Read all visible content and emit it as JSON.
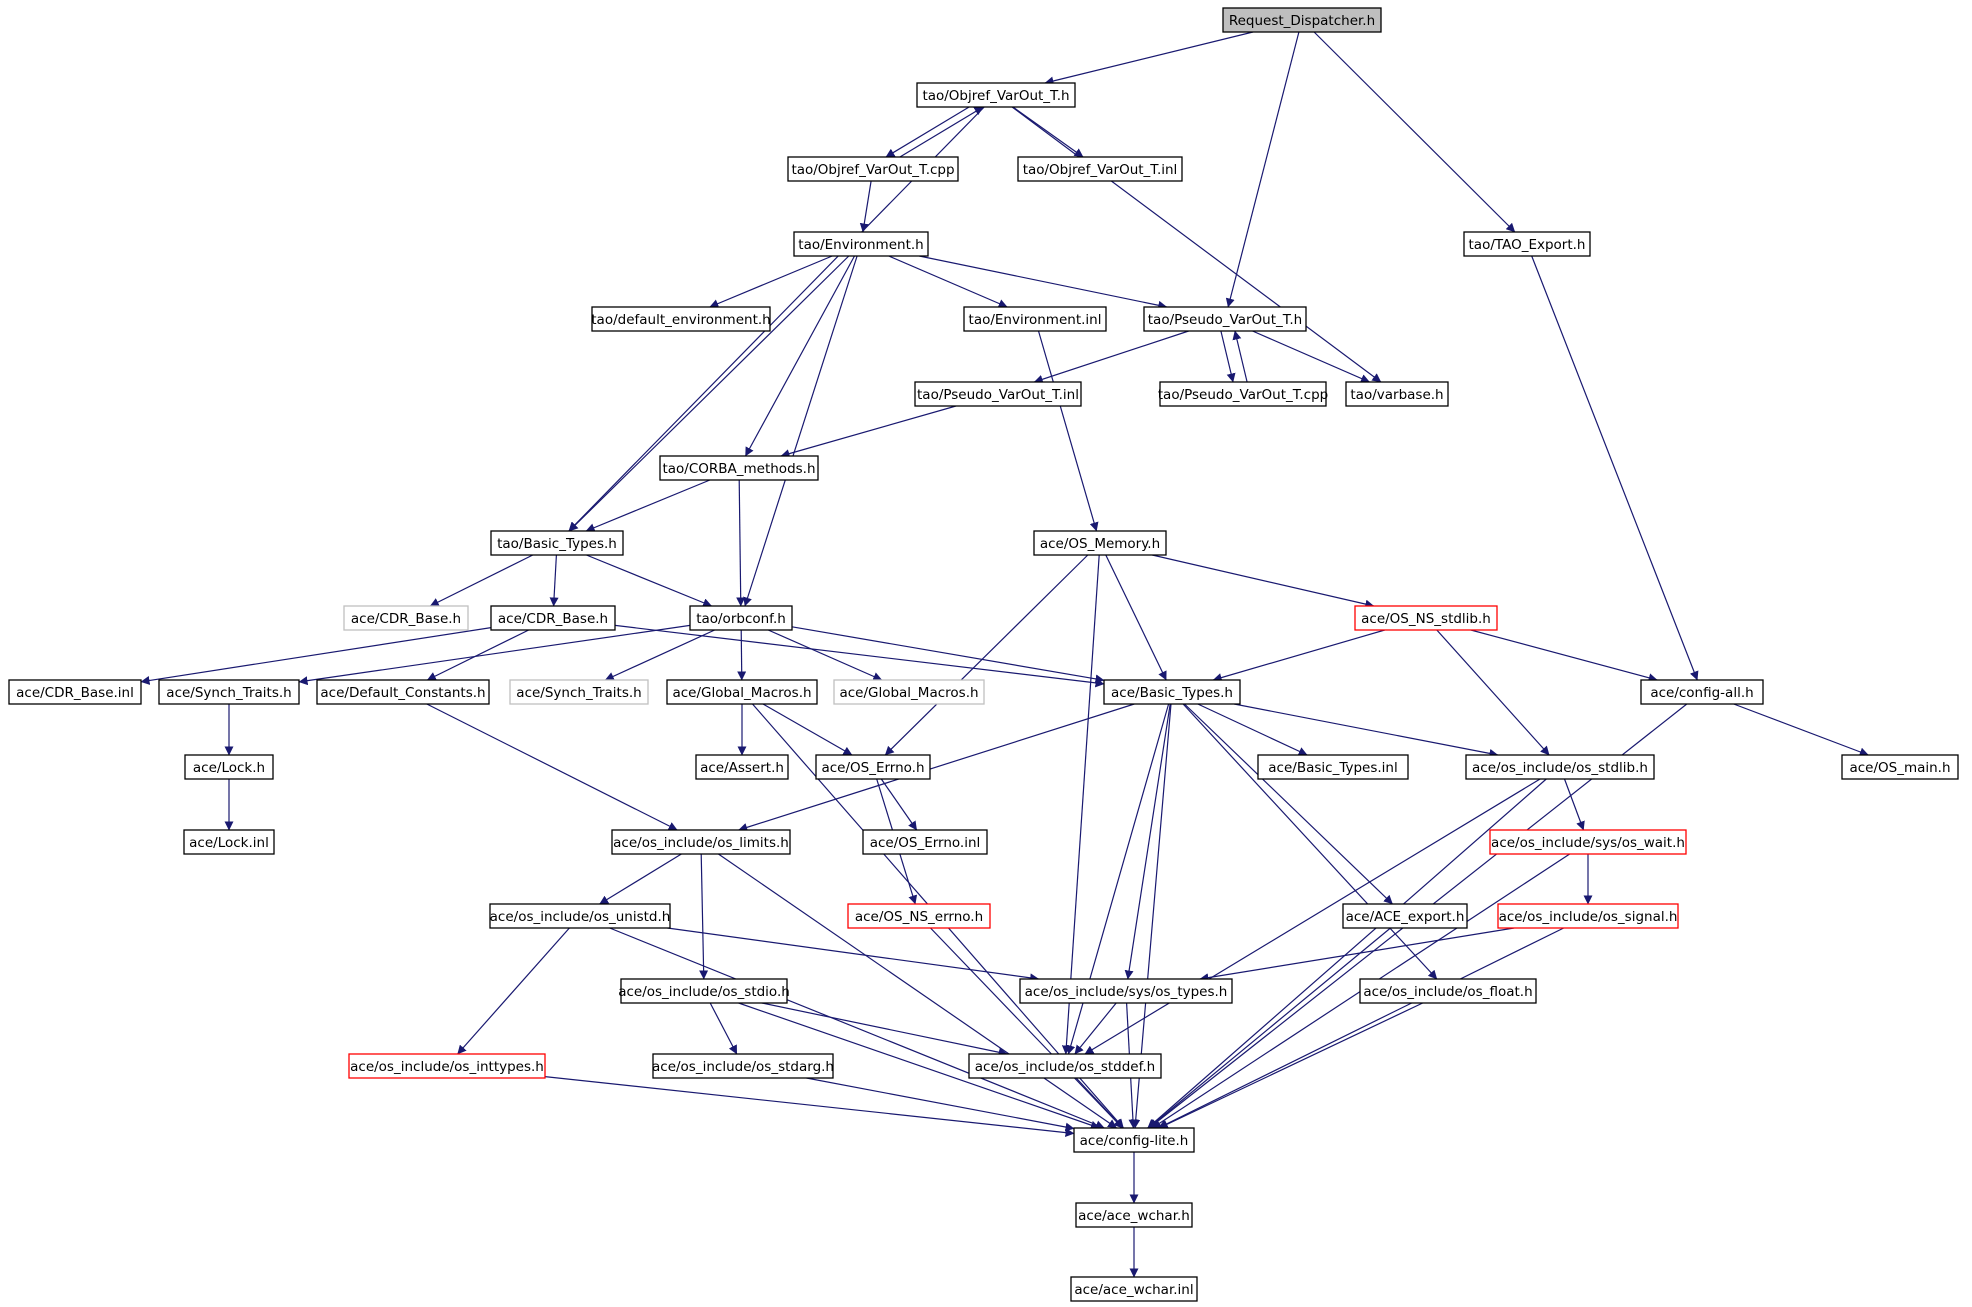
{
  "diagram": {
    "edge_color": "#191970",
    "node_border_colors": {
      "normal": "#000000",
      "red": "#ff0000",
      "gray": "#c0c0c0"
    },
    "root_fill": "#bfbfbf",
    "nodes": [
      {
        "id": "request_dispatcher",
        "label": "Request_Dispatcher.h",
        "style": "root"
      },
      {
        "id": "objref_varout_h",
        "label": "tao/Objref_VarOut_T.h",
        "style": "normal"
      },
      {
        "id": "objref_varout_cpp",
        "label": "tao/Objref_VarOut_T.cpp",
        "style": "normal"
      },
      {
        "id": "objref_varout_inl",
        "label": "tao/Objref_VarOut_T.inl",
        "style": "normal"
      },
      {
        "id": "tao_export",
        "label": "tao/TAO_Export.h",
        "style": "normal"
      },
      {
        "id": "environment_h",
        "label": "tao/Environment.h",
        "style": "normal"
      },
      {
        "id": "default_environment",
        "label": "tao/default_environment.h",
        "style": "normal"
      },
      {
        "id": "environment_inl",
        "label": "tao/Environment.inl",
        "style": "normal"
      },
      {
        "id": "pseudo_varout_h",
        "label": "tao/Pseudo_VarOut_T.h",
        "style": "normal"
      },
      {
        "id": "pseudo_varout_inl",
        "label": "tao/Pseudo_VarOut_T.inl",
        "style": "normal"
      },
      {
        "id": "pseudo_varout_cpp",
        "label": "tao/Pseudo_VarOut_T.cpp",
        "style": "normal"
      },
      {
        "id": "varbase",
        "label": "tao/varbase.h",
        "style": "normal"
      },
      {
        "id": "corba_methods",
        "label": "tao/CORBA_methods.h",
        "style": "normal"
      },
      {
        "id": "tao_basic_types",
        "label": "tao/Basic_Types.h",
        "style": "normal"
      },
      {
        "id": "os_memory",
        "label": "ace/OS_Memory.h",
        "style": "normal"
      },
      {
        "id": "cdr_base_gray",
        "label": "ace/CDR_Base.h",
        "style": "gray"
      },
      {
        "id": "cdr_base",
        "label": "ace/CDR_Base.h",
        "style": "normal"
      },
      {
        "id": "orbconf",
        "label": "tao/orbconf.h",
        "style": "normal"
      },
      {
        "id": "os_ns_stdlib",
        "label": "ace/OS_NS_stdlib.h",
        "style": "red"
      },
      {
        "id": "cdr_base_inl",
        "label": "ace/CDR_Base.inl",
        "style": "normal"
      },
      {
        "id": "synch_traits",
        "label": "ace/Synch_Traits.h",
        "style": "normal"
      },
      {
        "id": "default_constants",
        "label": "ace/Default_Constants.h",
        "style": "normal"
      },
      {
        "id": "synch_traits_gray",
        "label": "ace/Synch_Traits.h",
        "style": "gray"
      },
      {
        "id": "global_macros",
        "label": "ace/Global_Macros.h",
        "style": "normal"
      },
      {
        "id": "global_macros_gray",
        "label": "ace/Global_Macros.h",
        "style": "gray"
      },
      {
        "id": "ace_basic_types",
        "label": "ace/Basic_Types.h",
        "style": "normal"
      },
      {
        "id": "config_all",
        "label": "ace/config-all.h",
        "style": "normal"
      },
      {
        "id": "lock_h",
        "label": "ace/Lock.h",
        "style": "normal"
      },
      {
        "id": "assert_h",
        "label": "ace/Assert.h",
        "style": "normal"
      },
      {
        "id": "os_errno",
        "label": "ace/OS_Errno.h",
        "style": "normal"
      },
      {
        "id": "basic_types_inl",
        "label": "ace/Basic_Types.inl",
        "style": "normal"
      },
      {
        "id": "os_stdlib",
        "label": "ace/os_include/os_stdlib.h",
        "style": "normal"
      },
      {
        "id": "os_main",
        "label": "ace/OS_main.h",
        "style": "normal"
      },
      {
        "id": "lock_inl",
        "label": "ace/Lock.inl",
        "style": "normal"
      },
      {
        "id": "os_limits",
        "label": "ace/os_include/os_limits.h",
        "style": "normal"
      },
      {
        "id": "os_errno_inl",
        "label": "ace/OS_Errno.inl",
        "style": "normal"
      },
      {
        "id": "os_wait",
        "label": "ace/os_include/sys/os_wait.h",
        "style": "red"
      },
      {
        "id": "os_unistd",
        "label": "ace/os_include/os_unistd.h",
        "style": "normal"
      },
      {
        "id": "os_ns_errno",
        "label": "ace/OS_NS_errno.h",
        "style": "red"
      },
      {
        "id": "ace_export",
        "label": "ace/ACE_export.h",
        "style": "normal"
      },
      {
        "id": "os_signal",
        "label": "ace/os_include/os_signal.h",
        "style": "red"
      },
      {
        "id": "os_stdio",
        "label": "ace/os_include/os_stdio.h",
        "style": "normal"
      },
      {
        "id": "os_types",
        "label": "ace/os_include/sys/os_types.h",
        "style": "normal"
      },
      {
        "id": "os_float",
        "label": "ace/os_include/os_float.h",
        "style": "normal"
      },
      {
        "id": "os_inttypes",
        "label": "ace/os_include/os_inttypes.h",
        "style": "red"
      },
      {
        "id": "os_stdarg",
        "label": "ace/os_include/os_stdarg.h",
        "style": "normal"
      },
      {
        "id": "os_stddef",
        "label": "ace/os_include/os_stddef.h",
        "style": "normal"
      },
      {
        "id": "config_lite",
        "label": "ace/config-lite.h",
        "style": "normal"
      },
      {
        "id": "ace_wchar_h",
        "label": "ace/ace_wchar.h",
        "style": "normal"
      },
      {
        "id": "ace_wchar_inl",
        "label": "ace/ace_wchar.inl",
        "style": "normal"
      }
    ],
    "edges": [
      [
        "request_dispatcher",
        "objref_varout_h"
      ],
      [
        "request_dispatcher",
        "pseudo_varout_h"
      ],
      [
        "request_dispatcher",
        "tao_export"
      ],
      [
        "objref_varout_h",
        "objref_varout_cpp"
      ],
      [
        "objref_varout_h",
        "objref_varout_inl"
      ],
      [
        "objref_varout_h",
        "tao_basic_types"
      ],
      [
        "objref_varout_h",
        "varbase"
      ],
      [
        "objref_varout_cpp",
        "objref_varout_h"
      ],
      [
        "objref_varout_cpp",
        "environment_h"
      ],
      [
        "environment_h",
        "default_environment"
      ],
      [
        "environment_h",
        "environment_inl"
      ],
      [
        "environment_h",
        "pseudo_varout_h"
      ],
      [
        "environment_h",
        "corba_methods"
      ],
      [
        "environment_h",
        "tao_basic_types"
      ],
      [
        "environment_h",
        "orbconf"
      ],
      [
        "environment_inl",
        "os_memory"
      ],
      [
        "pseudo_varout_h",
        "pseudo_varout_inl"
      ],
      [
        "pseudo_varout_h",
        "pseudo_varout_cpp"
      ],
      [
        "pseudo_varout_h",
        "varbase"
      ],
      [
        "pseudo_varout_cpp",
        "pseudo_varout_h"
      ],
      [
        "pseudo_varout_inl",
        "corba_methods"
      ],
      [
        "corba_methods",
        "tao_basic_types"
      ],
      [
        "corba_methods",
        "orbconf"
      ],
      [
        "tao_export",
        "config_all"
      ],
      [
        "tao_basic_types",
        "cdr_base_gray"
      ],
      [
        "tao_basic_types",
        "cdr_base"
      ],
      [
        "tao_basic_types",
        "orbconf"
      ],
      [
        "cdr_base",
        "cdr_base_inl"
      ],
      [
        "cdr_base",
        "default_constants"
      ],
      [
        "cdr_base",
        "ace_basic_types"
      ],
      [
        "orbconf",
        "synch_traits"
      ],
      [
        "orbconf",
        "synch_traits_gray"
      ],
      [
        "orbconf",
        "global_macros"
      ],
      [
        "orbconf",
        "global_macros_gray"
      ],
      [
        "orbconf",
        "ace_basic_types"
      ],
      [
        "os_memory",
        "os_ns_stdlib"
      ],
      [
        "os_memory",
        "ace_basic_types"
      ],
      [
        "os_memory",
        "os_errno"
      ],
      [
        "os_memory",
        "os_stddef"
      ],
      [
        "os_ns_stdlib",
        "ace_basic_types"
      ],
      [
        "os_ns_stdlib",
        "config_all"
      ],
      [
        "os_ns_stdlib",
        "os_stdlib"
      ],
      [
        "synch_traits",
        "lock_h"
      ],
      [
        "lock_h",
        "lock_inl"
      ],
      [
        "default_constants",
        "os_limits"
      ],
      [
        "global_macros",
        "assert_h"
      ],
      [
        "global_macros",
        "os_errno"
      ],
      [
        "global_macros",
        "config_lite"
      ],
      [
        "ace_basic_types",
        "basic_types_inl"
      ],
      [
        "ace_basic_types",
        "os_stdlib"
      ],
      [
        "ace_basic_types",
        "os_limits"
      ],
      [
        "ace_basic_types",
        "ace_export"
      ],
      [
        "ace_basic_types",
        "os_float"
      ],
      [
        "ace_basic_types",
        "os_types"
      ],
      [
        "ace_basic_types",
        "os_stddef"
      ],
      [
        "ace_basic_types",
        "config_lite"
      ],
      [
        "config_all",
        "os_main"
      ],
      [
        "config_all",
        "config_lite"
      ],
      [
        "os_errno",
        "os_errno_inl"
      ],
      [
        "os_errno",
        "os_ns_errno"
      ],
      [
        "os_stdlib",
        "os_wait"
      ],
      [
        "os_stdlib",
        "os_stddef"
      ],
      [
        "os_stdlib",
        "config_lite"
      ],
      [
        "os_wait",
        "os_signal"
      ],
      [
        "os_wait",
        "config_lite"
      ],
      [
        "os_signal",
        "os_types"
      ],
      [
        "os_signal",
        "config_lite"
      ],
      [
        "os_limits",
        "os_unistd"
      ],
      [
        "os_limits",
        "os_stdio"
      ],
      [
        "os_limits",
        "config_lite"
      ],
      [
        "os_unistd",
        "os_types"
      ],
      [
        "os_unistd",
        "os_inttypes"
      ],
      [
        "os_unistd",
        "config_lite"
      ],
      [
        "os_stdio",
        "os_stdarg"
      ],
      [
        "os_stdio",
        "os_stddef"
      ],
      [
        "os_stdio",
        "config_lite"
      ],
      [
        "os_types",
        "os_stddef"
      ],
      [
        "os_types",
        "config_lite"
      ],
      [
        "os_ns_errno",
        "config_lite"
      ],
      [
        "ace_export",
        "config_lite"
      ],
      [
        "os_float",
        "config_lite"
      ],
      [
        "os_inttypes",
        "config_lite"
      ],
      [
        "os_stdarg",
        "config_lite"
      ],
      [
        "os_stddef",
        "config_lite"
      ],
      [
        "config_lite",
        "ace_wchar_h"
      ],
      [
        "ace_wchar_h",
        "ace_wchar_inl"
      ]
    ]
  }
}
